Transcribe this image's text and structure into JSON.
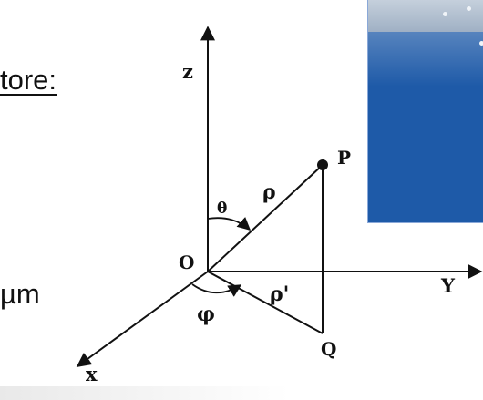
{
  "slide": {
    "partial_text_top": "tore:",
    "partial_text_mid": "µm"
  },
  "diagram": {
    "labels": {
      "z": "z",
      "x": "x",
      "y": "Y",
      "origin": "O",
      "point_p": "P",
      "point_q": "Q",
      "rho": "ρ",
      "rho_prime": "ρ'",
      "theta": "θ",
      "phi": "φ"
    }
  },
  "colors": {
    "ink": "#111111",
    "panel_blue": "#1e5aa8",
    "background": "#ffffff"
  }
}
